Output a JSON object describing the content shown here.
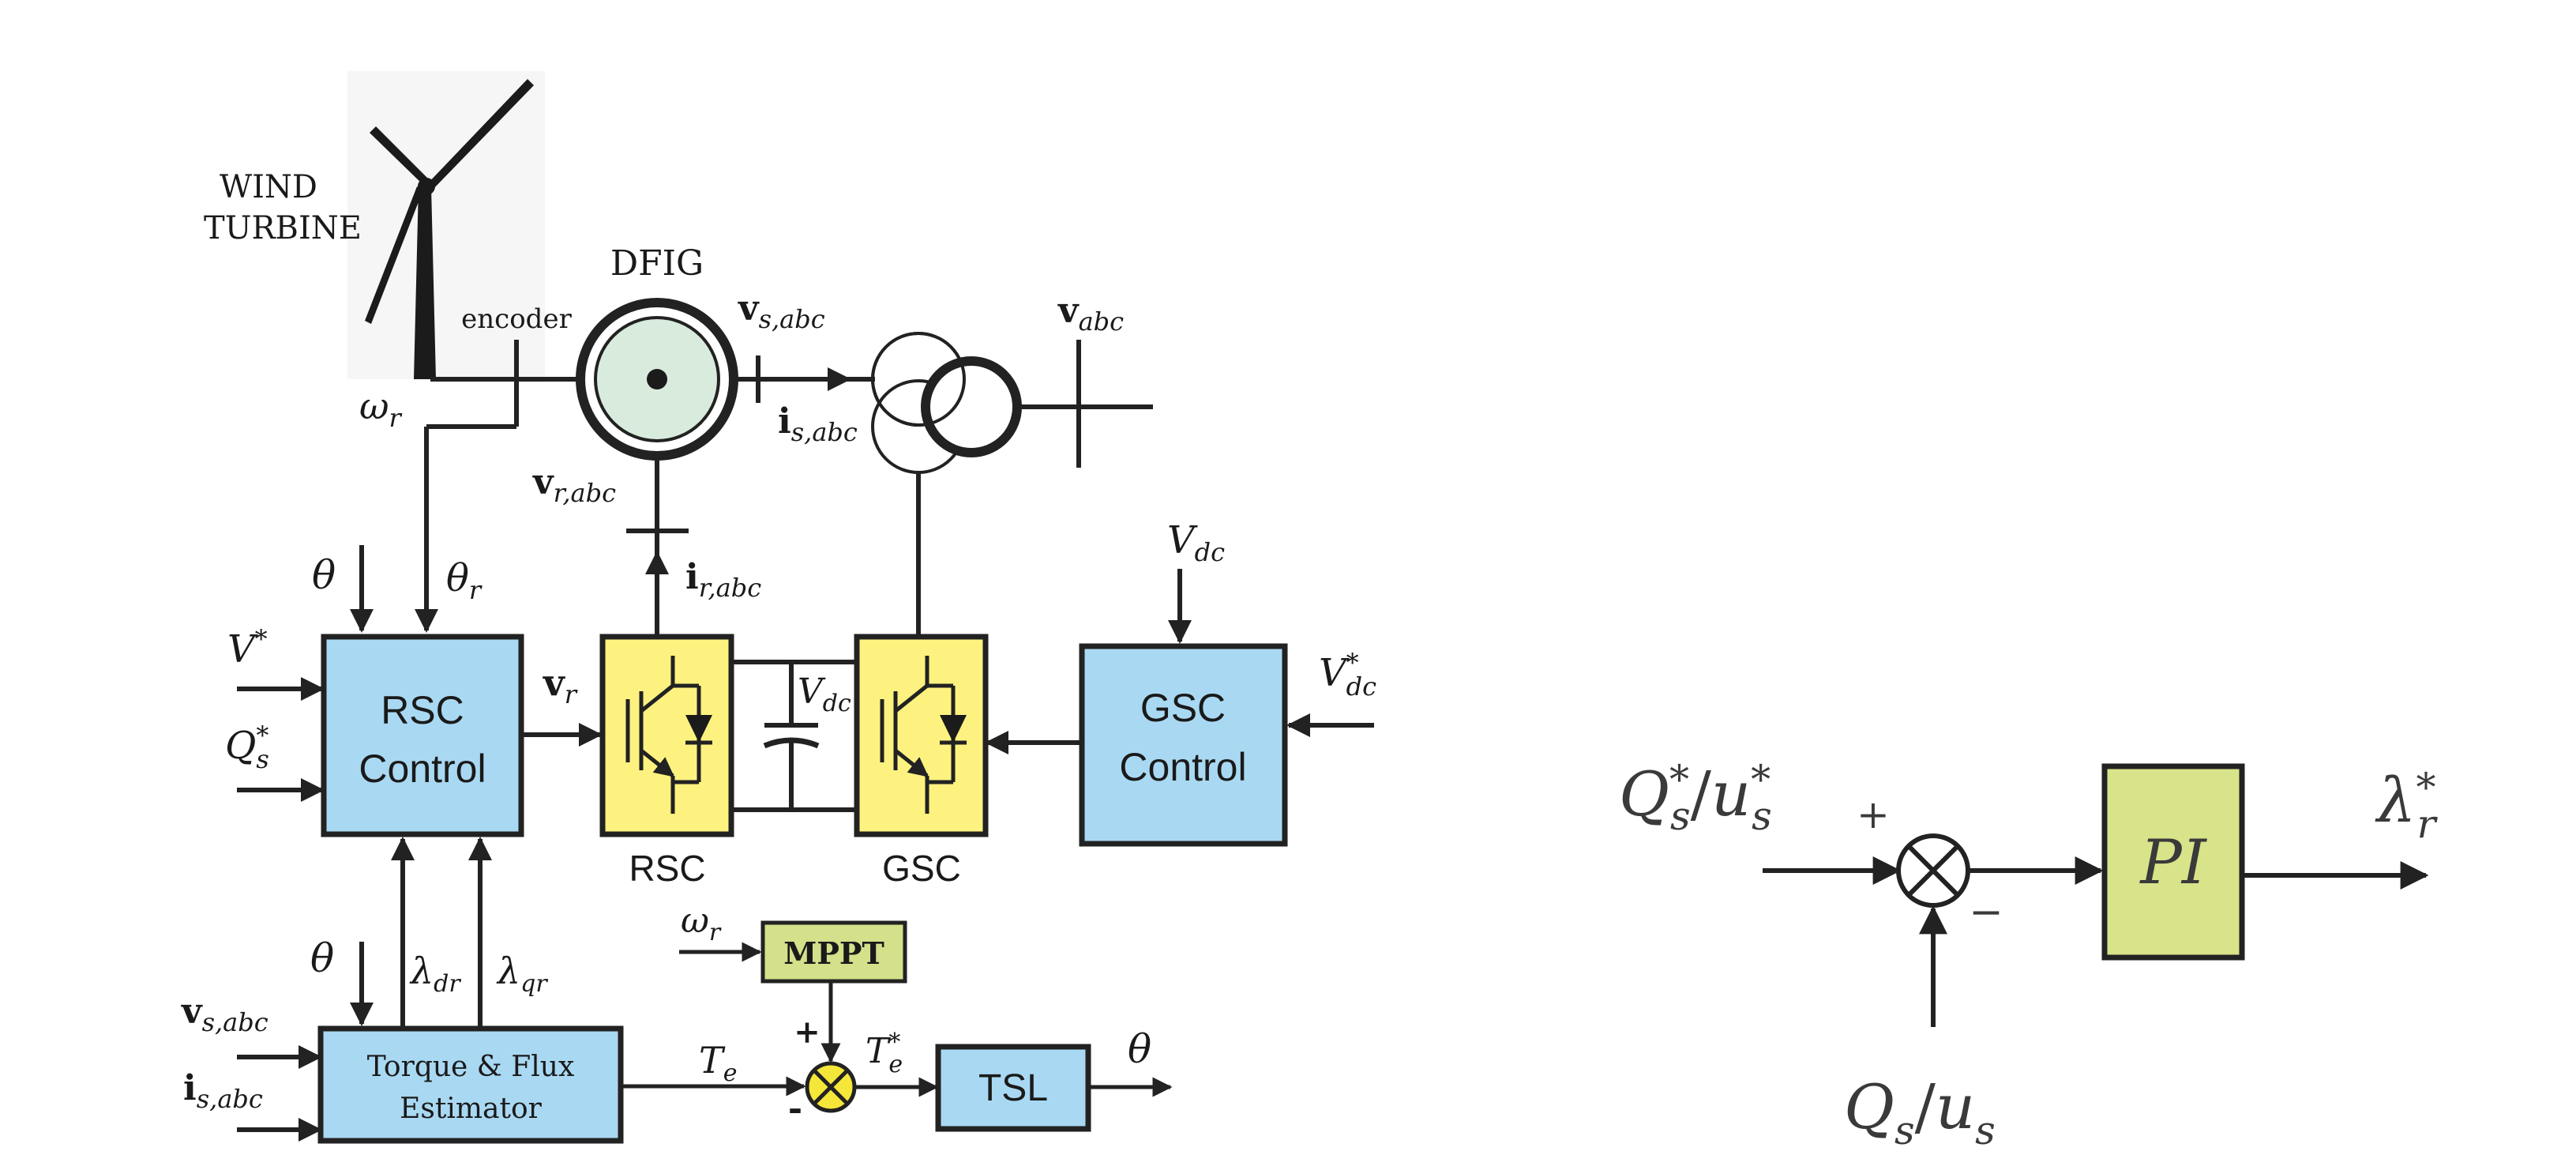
{
  "colors": {
    "control_block": "#a9d8f2",
    "converter": "#fdf280",
    "mppt": "#d4e08a",
    "pi_block": "#d8e38a",
    "generator_core": "#d9ebdd",
    "summer": "#f5e63a",
    "line": "#222222"
  },
  "left": {
    "turbine_label_1": "WIND",
    "turbine_label_2": "TURBINE",
    "dfig_label": "DFIG",
    "encoder_label": "encoder",
    "omega_r": "ω",
    "omega_r_sub": "r",
    "vs_abc": "v",
    "vs_abc_sub": "s,abc",
    "is_abc": "i",
    "is_abc_sub": "s,abc",
    "v_abc": "v",
    "v_abc_sub": "abc",
    "vr_abc": "v",
    "vr_abc_sub": "r,abc",
    "ir_abc": "i",
    "ir_abc_sub": "r,abc",
    "theta": "θ",
    "theta_r": "θ",
    "theta_r_sub": "r",
    "v_star": "V",
    "v_star_sup": "*",
    "qs_star": "Q",
    "qs_star_sub": "s",
    "qs_star_sup": "*",
    "rsc_control_line1": "RSC",
    "rsc_control_line2": "Control",
    "vr": "v",
    "vr_sub": "r",
    "vdc_cap": "V",
    "vdc_cap_sub": "dc",
    "rsc_label": "RSC",
    "gsc_label": "GSC",
    "vdc_top": "V",
    "vdc_top_sub": "dc",
    "vdc_ref": "V",
    "vdc_ref_sub": "dc",
    "vdc_ref_sup": "*",
    "gsc_control_line1": "GSC",
    "gsc_control_line2": "Control",
    "theta_2": "θ",
    "lambda_dr": "λ",
    "lambda_dr_sub": "dr",
    "lambda_qr": "λ",
    "lambda_qr_sub": "qr",
    "vs_abc_2": "v",
    "vs_abc_2_sub": "s,abc",
    "is_abc_2": "i",
    "is_abc_2_sub": "s,abc",
    "estimator_line1": "Torque & Flux",
    "estimator_line2": "Estimator",
    "te": "T",
    "te_sub": "e",
    "omega_r_2": "ω",
    "omega_r_2_sub": "r",
    "mppt_label": "MPPT",
    "plus": "+",
    "minus": "-",
    "te_star": "T",
    "te_star_sub": "e",
    "te_star_sup": "*",
    "tsl_label": "TSL",
    "theta_out": "θ"
  },
  "right": {
    "input_num": "Q",
    "input_num_sub": "s",
    "input_num_sup": "*",
    "input_slash": "/",
    "input_den": "u",
    "input_den_sub": "s",
    "input_den_sup": "*",
    "plus": "+",
    "minus": "−",
    "pi_label": "PI",
    "output": "λ",
    "output_sub": "r",
    "output_sup": "*",
    "feedback_num": "Q",
    "feedback_num_sub": "s",
    "feedback_slash": "/",
    "feedback_den": "u",
    "feedback_den_sub": "s"
  }
}
